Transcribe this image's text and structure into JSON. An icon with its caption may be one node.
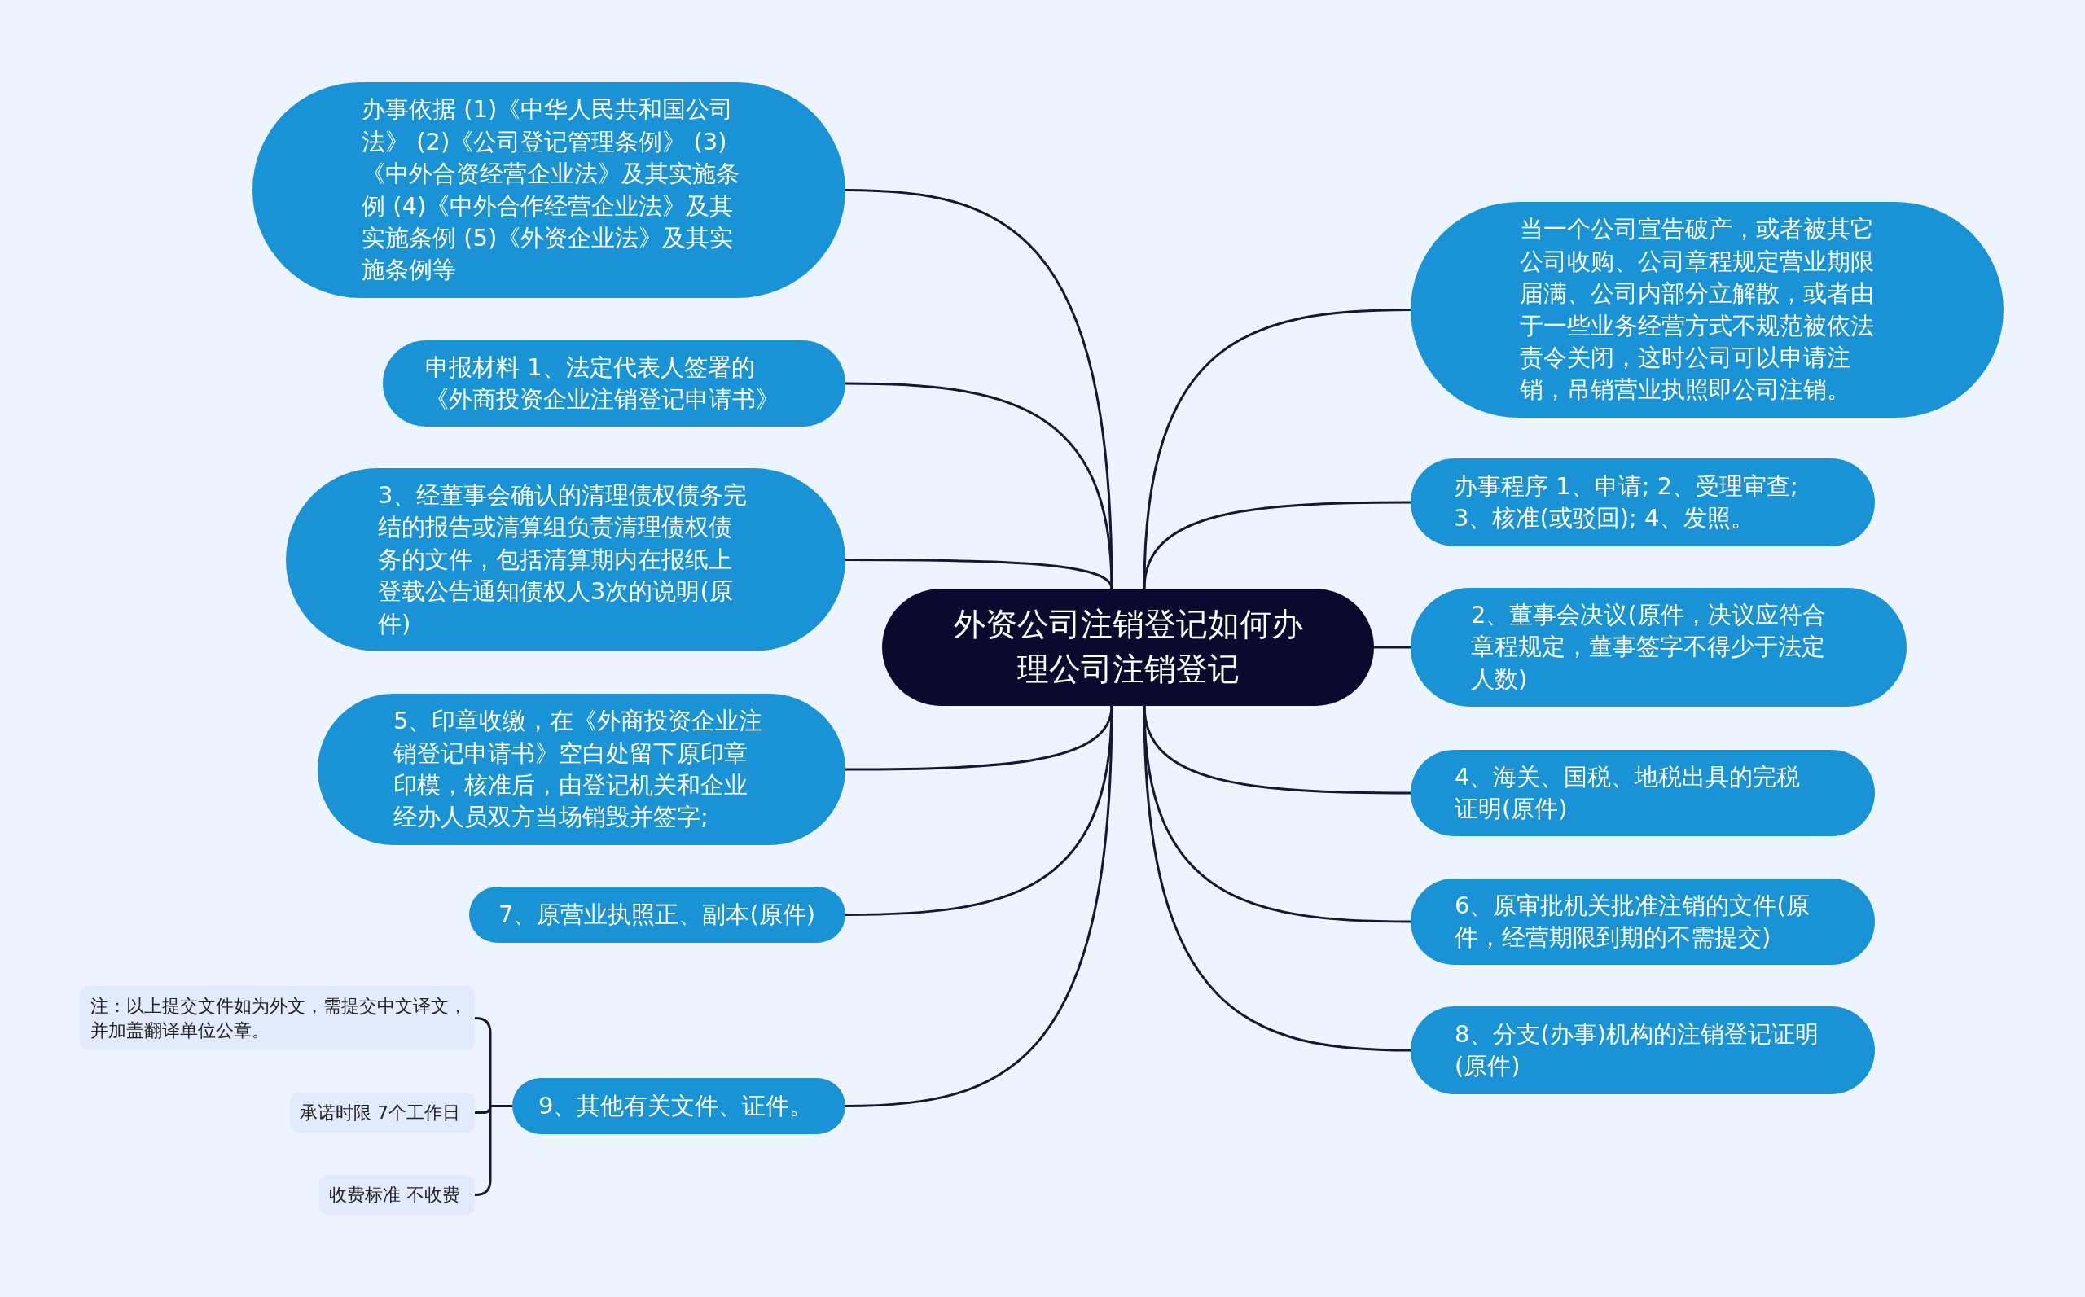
{
  "diagram": {
    "nodes": [
      {
        "text": [
          "外资公司注销登记如何办理公司注销登记"
        ]
      },
      {
        "text": [
          "办事依据 (1)《中华人民共和国公司法》 (2)《公司登记管理条例》 (3)《中外合资经营企业法》及其实施条例 (4)《中外合作经营企业法》及其实施条例 (5)《外资企业法》及其实施条例等"
        ]
      },
      {
        "text": [
          "申报材料 1、法定代表人签署的《外商投资企业注销登记申请书》"
        ]
      },
      {
        "text": [
          "3、经董事会确认的清理债权债务完结的报告或清算组负责清理债权债务的文件，包括清算期内在报纸上登载公告通知债权人3次的说明(原件)"
        ]
      },
      {
        "text": [
          "5、印章收缴，在《外商投资企业注销登记申请书》空白处留下原印章印模，核准后，由登记机关和企业经办人员双方当场销毁并签字;"
        ]
      },
      {
        "text": [
          "7、原营业执照正、副本(原件)"
        ]
      },
      {
        "text": [
          "9、其他有关文件、证件。"
        ]
      },
      {
        "text": [
          "注：以上提交文件如为外文，需提交中文译文，并加盖翻译单位公章。"
        ]
      },
      {
        "text": [
          "承诺时限 7个工作日"
        ]
      },
      {
        "text": [
          "收费标准 不收费"
        ]
      },
      {
        "text": [
          "当一个公司宣告破产，或者被其它公司收购、公司章程规定营业期限届满、公司内部分立解散，或者由于一些业务经营方式不规范被依法责令关闭，这时公司可以申请注销，吊销营业执照即公司注销。"
        ]
      },
      {
        "text": [
          "办事程序 1、申请; 2、受理审查; 3、核准(或驳回); 4、发照。"
        ]
      },
      {
        "text": [
          "2、董事会决议(原件，决议应符合章程规定，董事签字不得少于法定人数)"
        ]
      },
      {
        "text": [
          "4、海关、国税、地税出具的完税证明(原件)"
        ]
      },
      {
        "text": [
          "6、原审批机关批准注销的文件(原件，经营期限到期的不需提交)"
        ]
      },
      {
        "text": [
          "8、分支(办事)机构的注销登记证明(原件)"
        ]
      }
    ],
    "edges": [
      {
        "from": 0,
        "to": 1,
        "arrow": "none"
      },
      {
        "from": 0,
        "to": 2,
        "arrow": "none"
      },
      {
        "from": 0,
        "to": 3,
        "arrow": "none"
      },
      {
        "from": 0,
        "to": 4,
        "arrow": "none"
      },
      {
        "from": 0,
        "to": 5,
        "arrow": "none"
      },
      {
        "from": 0,
        "to": 6,
        "arrow": "none"
      },
      {
        "from": 6,
        "to": 7,
        "arrow": "none"
      },
      {
        "from": 6,
        "to": 8,
        "arrow": "none"
      },
      {
        "from": 6,
        "to": 9,
        "arrow": "none"
      },
      {
        "from": 0,
        "to": 10,
        "arrow": "none"
      },
      {
        "from": 0,
        "to": 11,
        "arrow": "none"
      },
      {
        "from": 0,
        "to": 12,
        "arrow": "none"
      },
      {
        "from": 0,
        "to": 13,
        "arrow": "none"
      },
      {
        "from": 0,
        "to": 14,
        "arrow": "none"
      },
      {
        "from": 0,
        "to": 15,
        "arrow": "none"
      }
    ]
  }
}
